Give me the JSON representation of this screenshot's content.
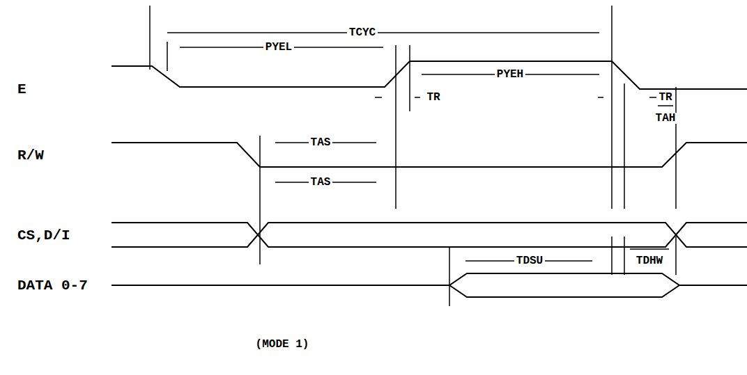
{
  "diagram": {
    "caption": "(MODE 1)",
    "labels": [
      "TCYC",
      "E",
      "PYEL",
      "PYEH",
      "TR",
      "TR",
      "R/W",
      "TAS",
      "TAH",
      "TAS",
      "CS,D/I",
      "TDSU",
      "TDHW",
      "DATA 0-7"
    ]
  }
}
